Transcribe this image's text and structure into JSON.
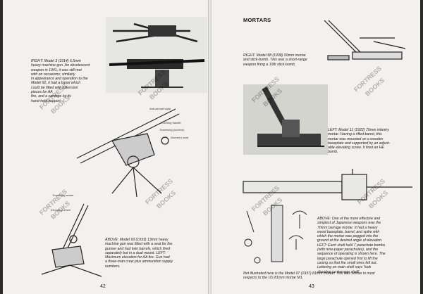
{
  "left_page": {
    "caption_right": "RIGHT: Model 3 (1914) 6.5mm\nheavy machine gun. An obsolescent\nweapon in 1941, it was still met\nwith on occasions; similarly\nin appearance and operation to the\nModel 92, it had a bipod which\ncould be fitted with extension\npieces for AA\nfire, and a carriage by its\nhand-held support.",
    "caption_bottom": "ABOVE: Model 93 (1933) 13mm heavy\nmachine gun was fitted with a seat for the\ngunner and had twin barrels, which fired\nseparately but in a dual mount. LEFT:\nMaximum elevation for AA fire. Gun had\na three-man crew plus ammunition supply\nnumbers.",
    "labels": [
      "Anti-aircraft sight",
      "Cocking handle",
      "Traversing (unclear)",
      "Gunner's seat",
      "Traversing wheel",
      "Elevating wheel"
    ],
    "page_number": "42"
  },
  "right_page": {
    "heading": "MORTARS",
    "caption_right": "RIGHT: Model 98 (1938) 50mm mortar\nand stick-bomb. This was a short-range\nweapon firing a 10lb stick-bomb.",
    "caption_left": "LEFT: Model 11 (1922) 70mm infantry\nmortar. Having a rifled-barrel, this\nmortar was mounted on a wooden\nbaseplate and supported by an adjust-\nable elevating screw. It fired an HE\nbomb.",
    "caption_above": "ABOVE: One of the more effective and\nsimplest of Japanese weapons was the\n70mm barrage mortar. It had a heavy\nwood baseplate, barrel, and spike with\nwhich the mortar was pegged into the\nground at the desired angle of elevation.\nLEFT: Each shell held 7 parachute bombs\n(with nine-paper parachutes), and the\nsequence of operating is shown here. The\nlarge parachute opened first to lift the\ncasing so that the small ones fell out.\nLettering on main shell says 'look\nshooting up barrage shell'.",
    "caption_bottom": "Not illustrated here is the Model 97 (1937) 81mm mortar. This was similar in most\nrespects to the US 81mm mortar M1.",
    "page_number": "43"
  },
  "watermark": {
    "line1": "FORTRESS",
    "line2": "BOOKS"
  }
}
